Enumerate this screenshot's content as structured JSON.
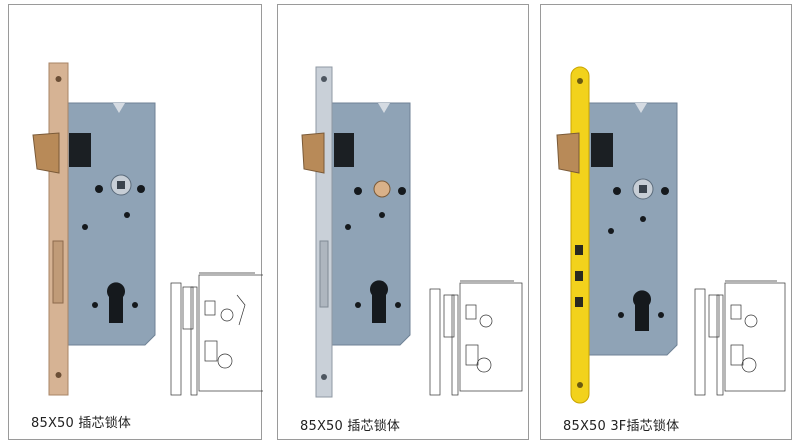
{
  "products": [
    {
      "caption": "85X50    插芯锁体",
      "finish": "bronze",
      "faceplate_color": "#d6b394",
      "faceplate_edge": "#a88566"
    },
    {
      "caption": "85X50    插芯锁体",
      "finish": "stainless",
      "faceplate_color": "#c9d0d8",
      "faceplate_edge": "#8f98a3"
    },
    {
      "caption": "85X50  3F插芯锁体",
      "finish": "brass",
      "faceplate_color": "#f2d21c",
      "faceplate_edge": "#c9a400"
    }
  ],
  "colors": {
    "lock_body": "#8fa3b6",
    "lock_body_shade": "#6f8296",
    "latch": "#b88a58",
    "hole": "#15191d"
  }
}
